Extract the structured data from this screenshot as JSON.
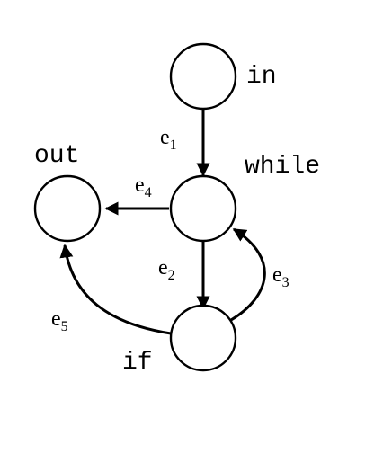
{
  "diagram": {
    "nodes": [
      {
        "id": "in",
        "label": "in"
      },
      {
        "id": "while",
        "label": "while"
      },
      {
        "id": "out",
        "label": "out"
      },
      {
        "id": "if",
        "label": "if"
      }
    ],
    "edges": [
      {
        "id": "e1",
        "from": "in",
        "to": "while",
        "label_base": "e",
        "label_sub": "1"
      },
      {
        "id": "e2",
        "from": "while",
        "to": "if",
        "label_base": "e",
        "label_sub": "2"
      },
      {
        "id": "e3",
        "from": "if",
        "to": "while",
        "label_base": "e",
        "label_sub": "3"
      },
      {
        "id": "e4",
        "from": "while",
        "to": "out",
        "label_base": "e",
        "label_sub": "4"
      },
      {
        "id": "e5",
        "from": "if",
        "to": "out",
        "label_base": "e",
        "label_sub": "5"
      }
    ]
  },
  "colors": {
    "stroke": "#000000",
    "background": "#ffffff"
  }
}
